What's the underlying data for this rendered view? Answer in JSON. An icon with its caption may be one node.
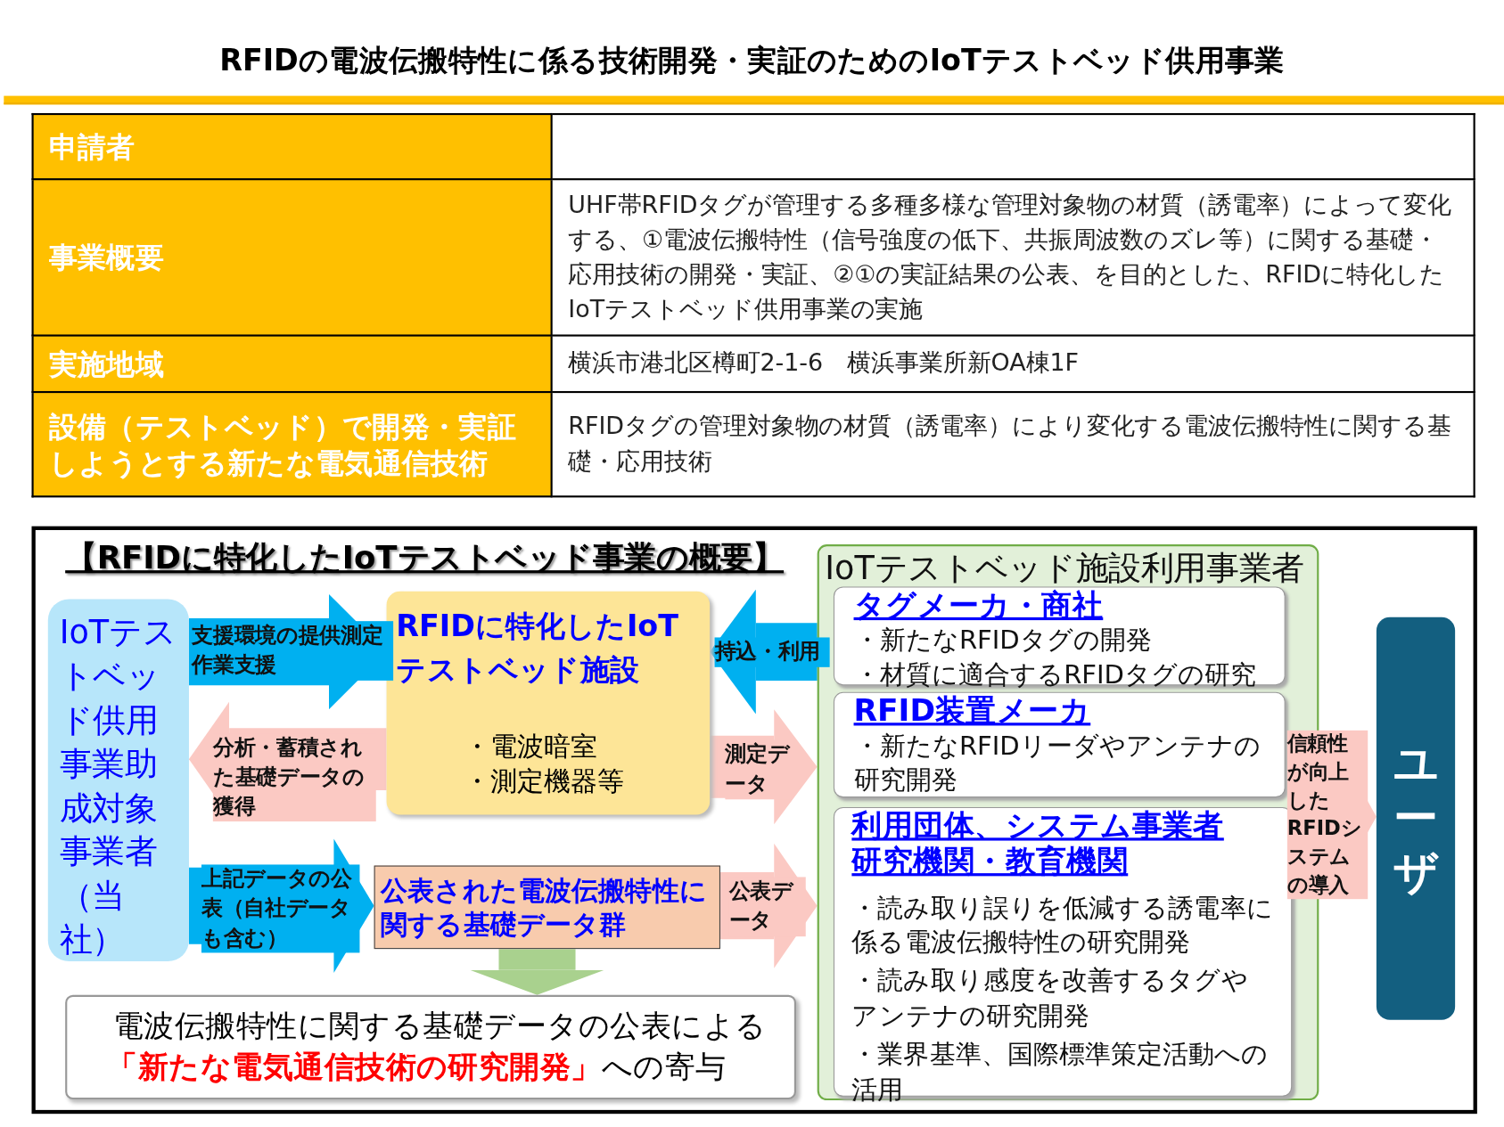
{
  "diagram": {
    "title": "RFIDの電波伝搬特性に係る技術開発・実証のためのIoTテストベッド供用事業",
    "nodes": [
      {
        "text": [
          "IoTテストベッド供用事業助成対象事業者（当社）"
        ]
      },
      {
        "text": [
          "RFIDに特化したIoTテストベッド施設",
          "・電波暗室",
          "・測定機器等"
        ]
      },
      {
        "text": [
          "公表された電波伝搬特性に関する基礎データ群"
        ]
      },
      {
        "text": [
          "電波伝搬特性に関する基礎データの公表による",
          "「新たな電気通信技術の研究開発」",
          "への寄与"
        ]
      },
      {
        "text": [
          "IoTテストベッド施設利用事業者"
        ]
      },
      {
        "text": [
          "タグメーカ・商社",
          "・新たなRFIDタグの開発",
          "・材質に適合するRFIDタグの研究"
        ],
        "in": 4
      },
      {
        "text": [
          "RFID装置メーカ",
          "・新たなRFIDリーダやアンテナの研究開発"
        ],
        "in": 4
      },
      {
        "text": [
          "利用団体、システム事業者",
          "研究機関・教育機関",
          "・読み取り誤りを低減する誘電率に係る電波伝搬特性の研究開発",
          "・読み取り感度を改善するタグやアンテナの研究開発",
          "・業界基準、国際標準策定活動への活用"
        ],
        "in": 4
      },
      {
        "text": [
          "ユーザ"
        ]
      }
    ],
    "edges": [
      {
        "from": 0,
        "to": 1,
        "arrow": "to",
        "label": "支援環境の提供測定作業支援",
        "color": "#00b0f0"
      },
      {
        "from": 1,
        "to": 0,
        "arrow": "to",
        "label": "分析・蓄積された基礎データの獲得",
        "color": "#fbc9c3"
      },
      {
        "from": 4,
        "to": 1,
        "arrow": "to",
        "label": "持込・利用",
        "color": "#00b0f0"
      },
      {
        "from": 1,
        "to": 4,
        "arrow": "to",
        "label": "測定データ",
        "color": "#fbc9c3"
      },
      {
        "from": 0,
        "to": 2,
        "arrow": "to",
        "label": "上記データの公表（自社データも含む）",
        "color": "#00b0f0"
      },
      {
        "from": 2,
        "to": 4,
        "arrow": "to",
        "label": "公表データ",
        "color": "#fbc9c3"
      },
      {
        "from": 2,
        "to": 3,
        "arrow": "to",
        "color": "#a9d18e"
      },
      {
        "from": 4,
        "to": 8,
        "arrow": "to",
        "label": "信頼性が向上したRFIDシステムの導入",
        "color": "#fbc9c3"
      }
    ],
    "labels": [
      "申請者",
      "事業概要",
      "UHF帯RFIDタグが管理する多種多様な管理対象物の材質（誘電率）によって変化する、①電波伝搬特性（信号強度の低下、共振周波数のズレ等）に関する基礎・応用技術の開発・実証、②①の実証結果の公表、を目的とした、RFIDに特化したIoTテストベッド供用事業の実施",
      "実施地域",
      "横浜市港北区樽町2-1-6　横浜事業所新OA棟1F",
      "設備（テストベッド）で開発・実証しようとする新たな電気通信技術",
      "RFIDタグの管理対象物の材質（誘電率）により変化する電波伝搬特性に関する基礎・応用技術",
      "【RFIDに特化したIoTテストベッド事業の概要】"
    ]
  }
}
